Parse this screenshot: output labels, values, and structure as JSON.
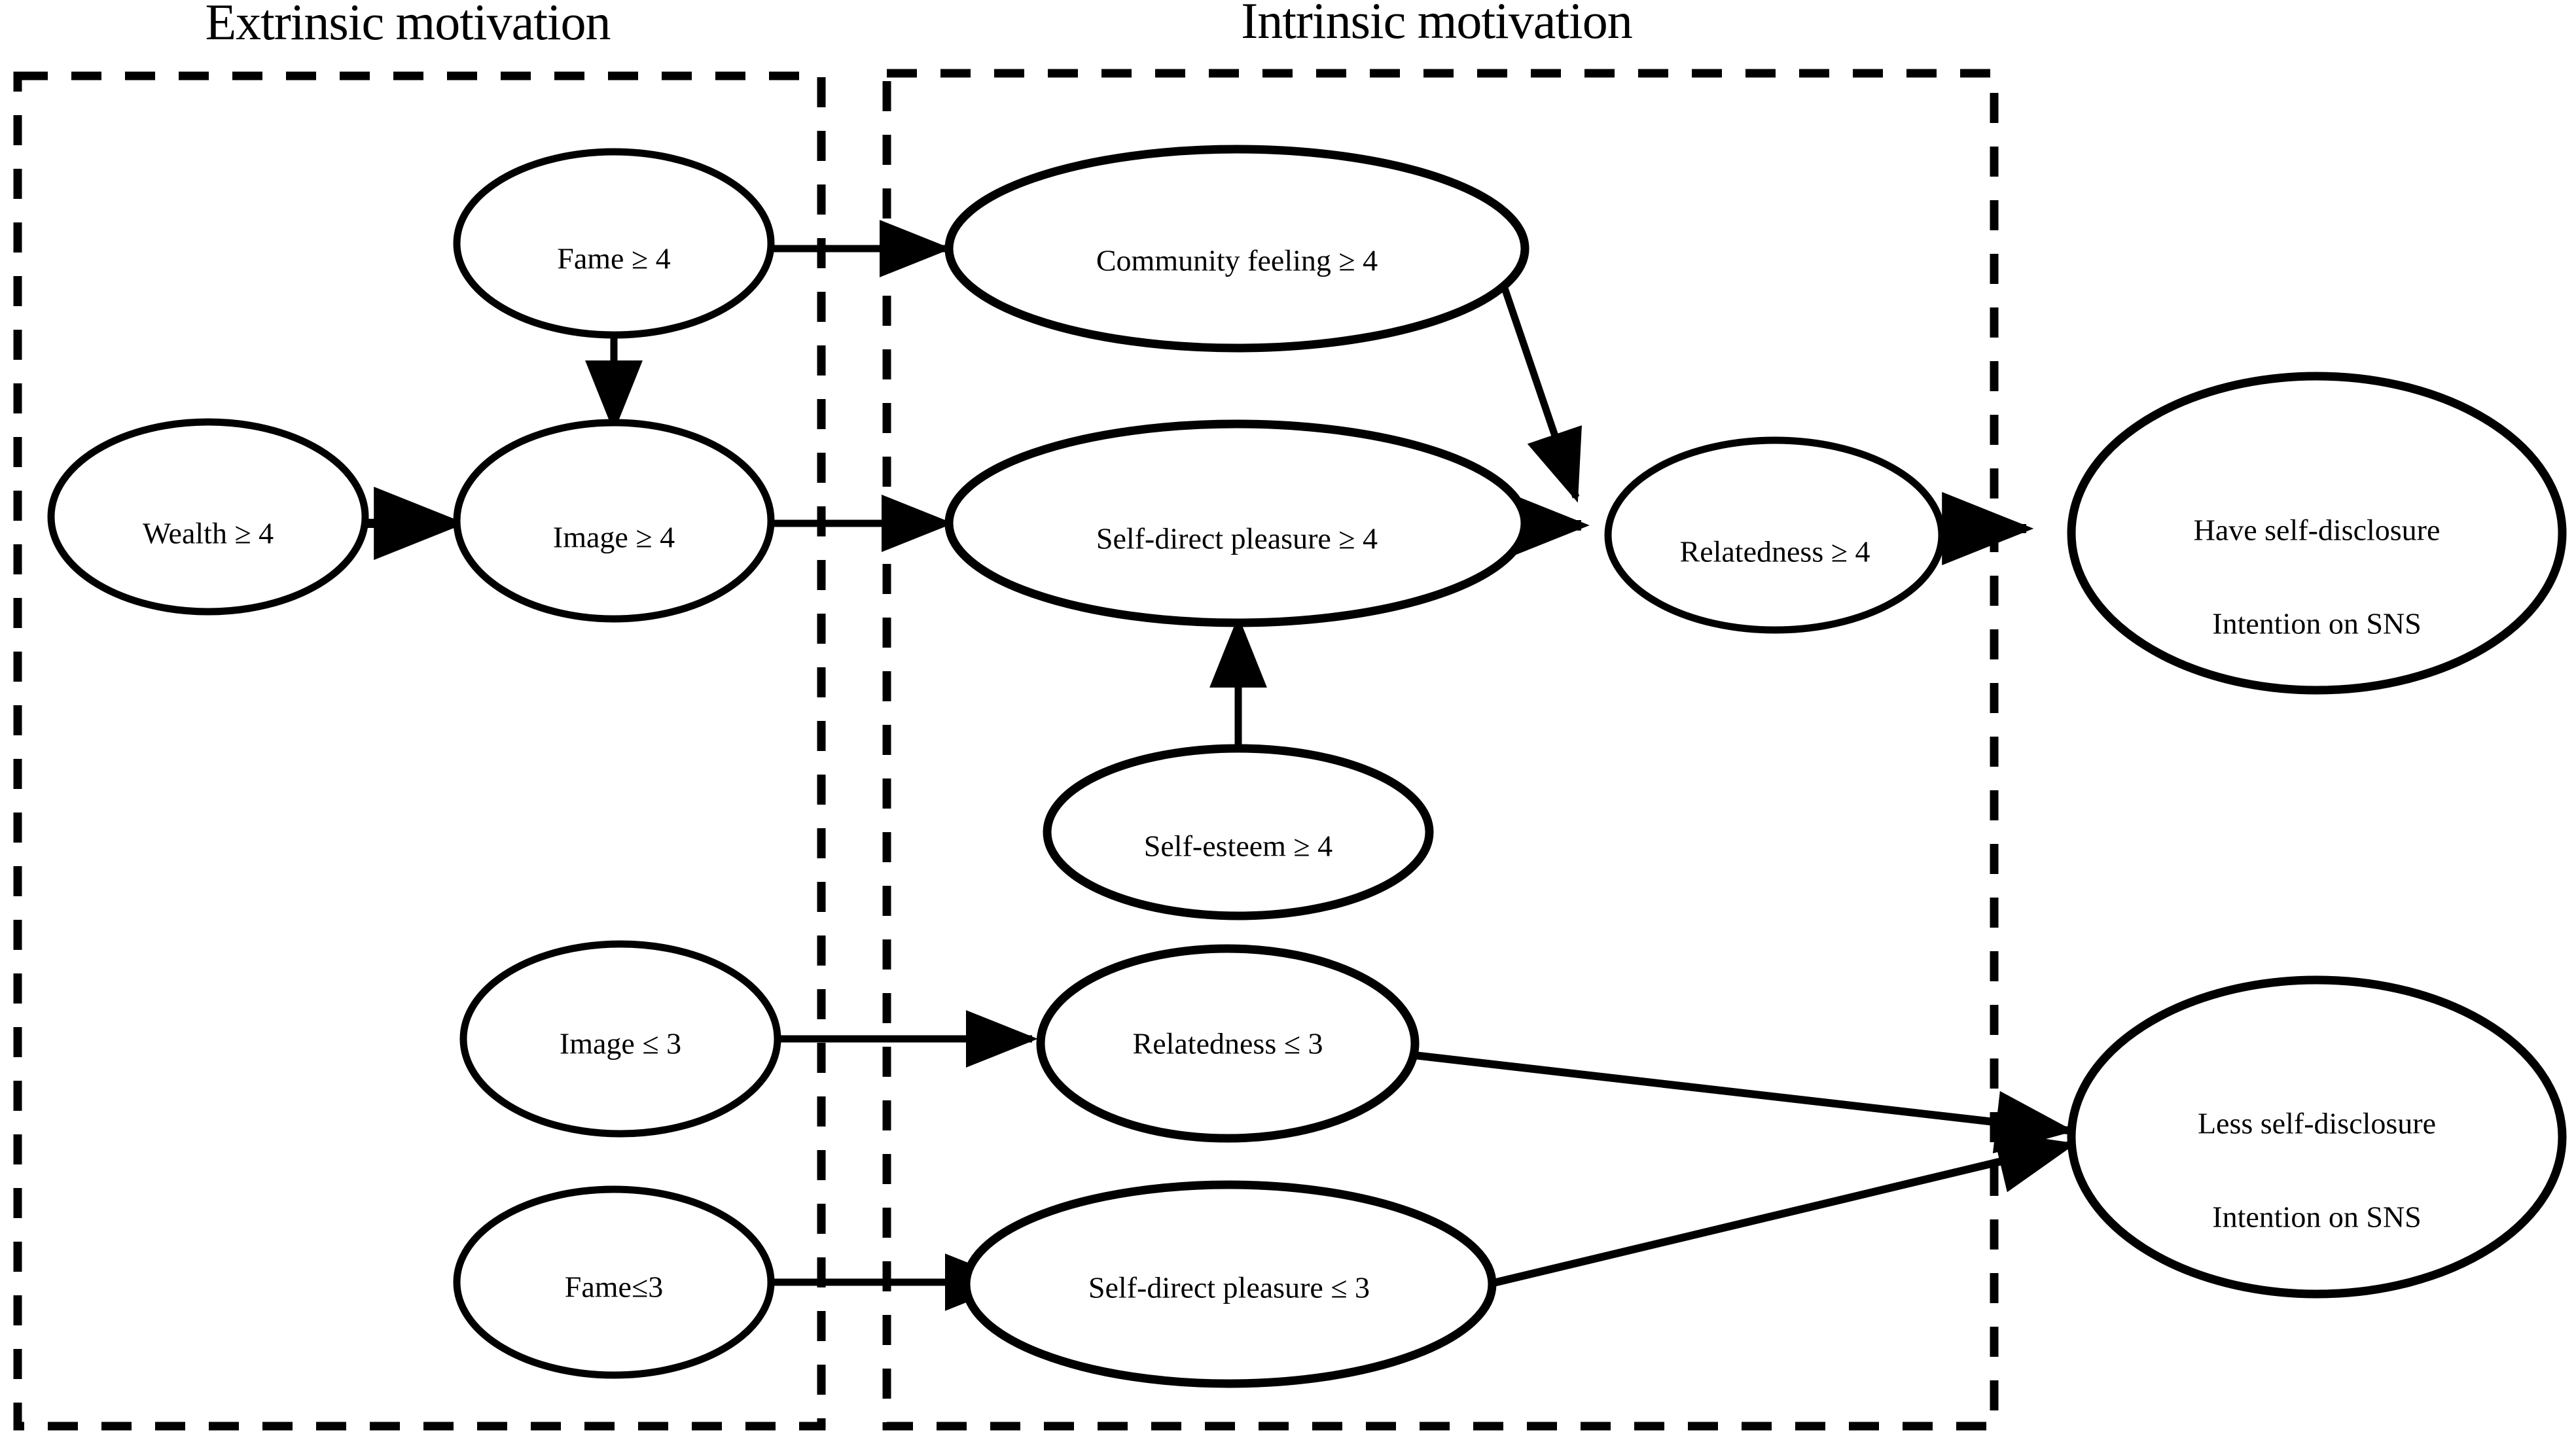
{
  "diagram": {
    "title_groups": [
      {
        "id": "extrinsic",
        "label": "Extrinsic motivation"
      },
      {
        "id": "intrinsic",
        "label": "Intrinsic motivation"
      }
    ],
    "nodes": [
      {
        "id": "fame-ge4",
        "label": "Fame ≥ 4"
      },
      {
        "id": "wealth-ge4",
        "label": "Wealth ≥ 4"
      },
      {
        "id": "image-ge4",
        "label": "Image ≥ 4"
      },
      {
        "id": "community-feeling-ge4",
        "label": "Community feeling ≥ 4"
      },
      {
        "id": "self-direct-pleasure-ge4",
        "label": "Self-direct pleasure ≥ 4"
      },
      {
        "id": "relatedness-ge4",
        "label": "Relatedness ≥ 4"
      },
      {
        "id": "self-esteem-ge4",
        "label": "Self-esteem ≥ 4"
      },
      {
        "id": "image-le3",
        "label": "Image ≤ 3"
      },
      {
        "id": "fame-le3",
        "label": "Fame≤3"
      },
      {
        "id": "relatedness-le3",
        "label": "Relatedness ≤ 3"
      },
      {
        "id": "self-direct-pleasure-le3",
        "label": "Self-direct pleasure ≤ 3"
      },
      {
        "id": "have-self-disclosure",
        "line1": "Have self-disclosure",
        "line2": "Intention on SNS"
      },
      {
        "id": "less-self-disclosure",
        "line1": "Less self-disclosure",
        "line2": "Intention on SNS"
      }
    ],
    "edges": [
      {
        "from": "fame-ge4",
        "to": "community-feeling-ge4"
      },
      {
        "from": "fame-ge4",
        "to": "image-ge4"
      },
      {
        "from": "wealth-ge4",
        "to": "image-ge4"
      },
      {
        "from": "image-ge4",
        "to": "self-direct-pleasure-ge4"
      },
      {
        "from": "community-feeling-ge4",
        "to": "relatedness-ge4"
      },
      {
        "from": "self-esteem-ge4",
        "to": "self-direct-pleasure-ge4"
      },
      {
        "from": "self-direct-pleasure-ge4",
        "to": "relatedness-ge4"
      },
      {
        "from": "relatedness-ge4",
        "to": "have-self-disclosure"
      },
      {
        "from": "image-le3",
        "to": "relatedness-le3"
      },
      {
        "from": "fame-le3",
        "to": "self-direct-pleasure-le3"
      },
      {
        "from": "relatedness-le3",
        "to": "less-self-disclosure"
      },
      {
        "from": "self-direct-pleasure-le3",
        "to": "less-self-disclosure"
      }
    ],
    "colors": {
      "stroke": "#000000",
      "background": "#ffffff",
      "text": "#000000"
    }
  }
}
